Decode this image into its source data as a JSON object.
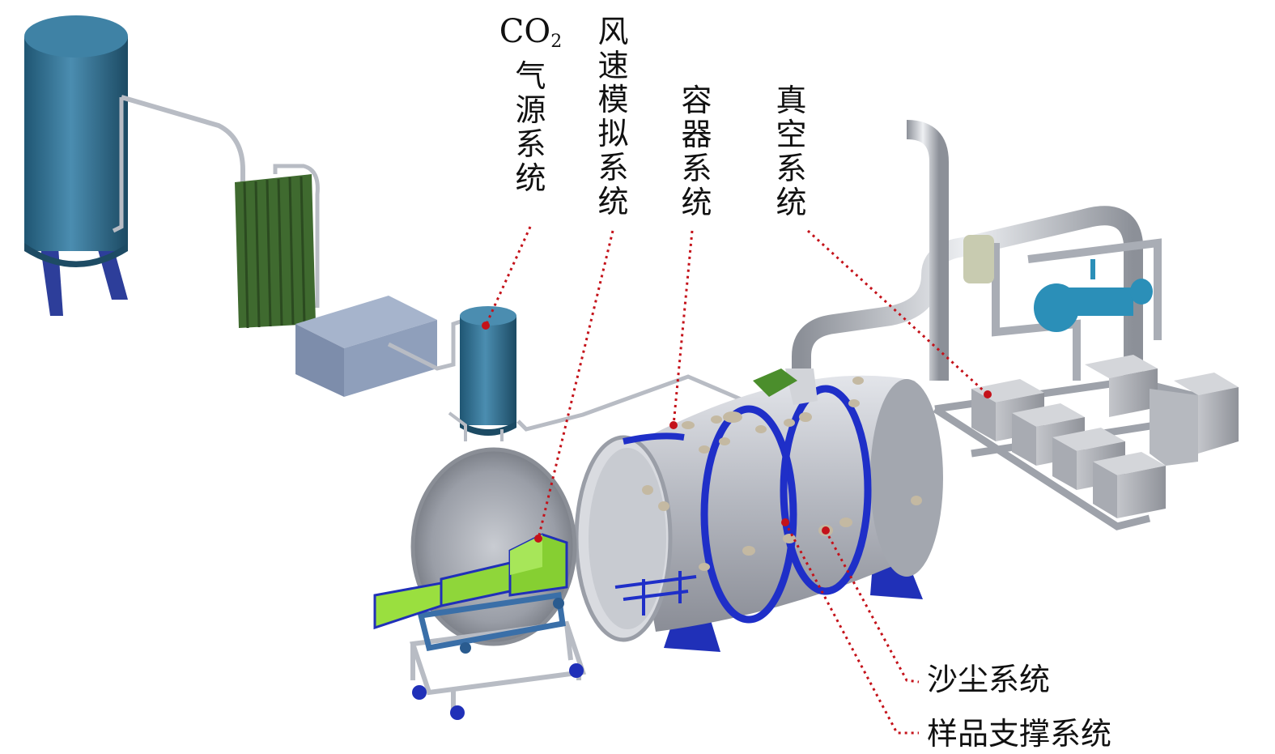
{
  "labels": {
    "co2_chem": "CO",
    "co2_sub": "2",
    "co2_rest": "气源系统",
    "wind": "风速模拟系统",
    "container": "容器系统",
    "vacuum": "真空系统",
    "sand": "沙尘系统",
    "sample": "样品支撑系统"
  },
  "colors": {
    "tank_blue": "#2f6f90",
    "stand_blue": "#2d3e9a",
    "cooler_green": "#4a7a3a",
    "box_grey": "#8a9bb5",
    "chamber_silver": "#b9bcc4",
    "ring_blue": "#1f2fc8",
    "fan_green": "#8fd63a",
    "leader_red": "#c4121a"
  }
}
